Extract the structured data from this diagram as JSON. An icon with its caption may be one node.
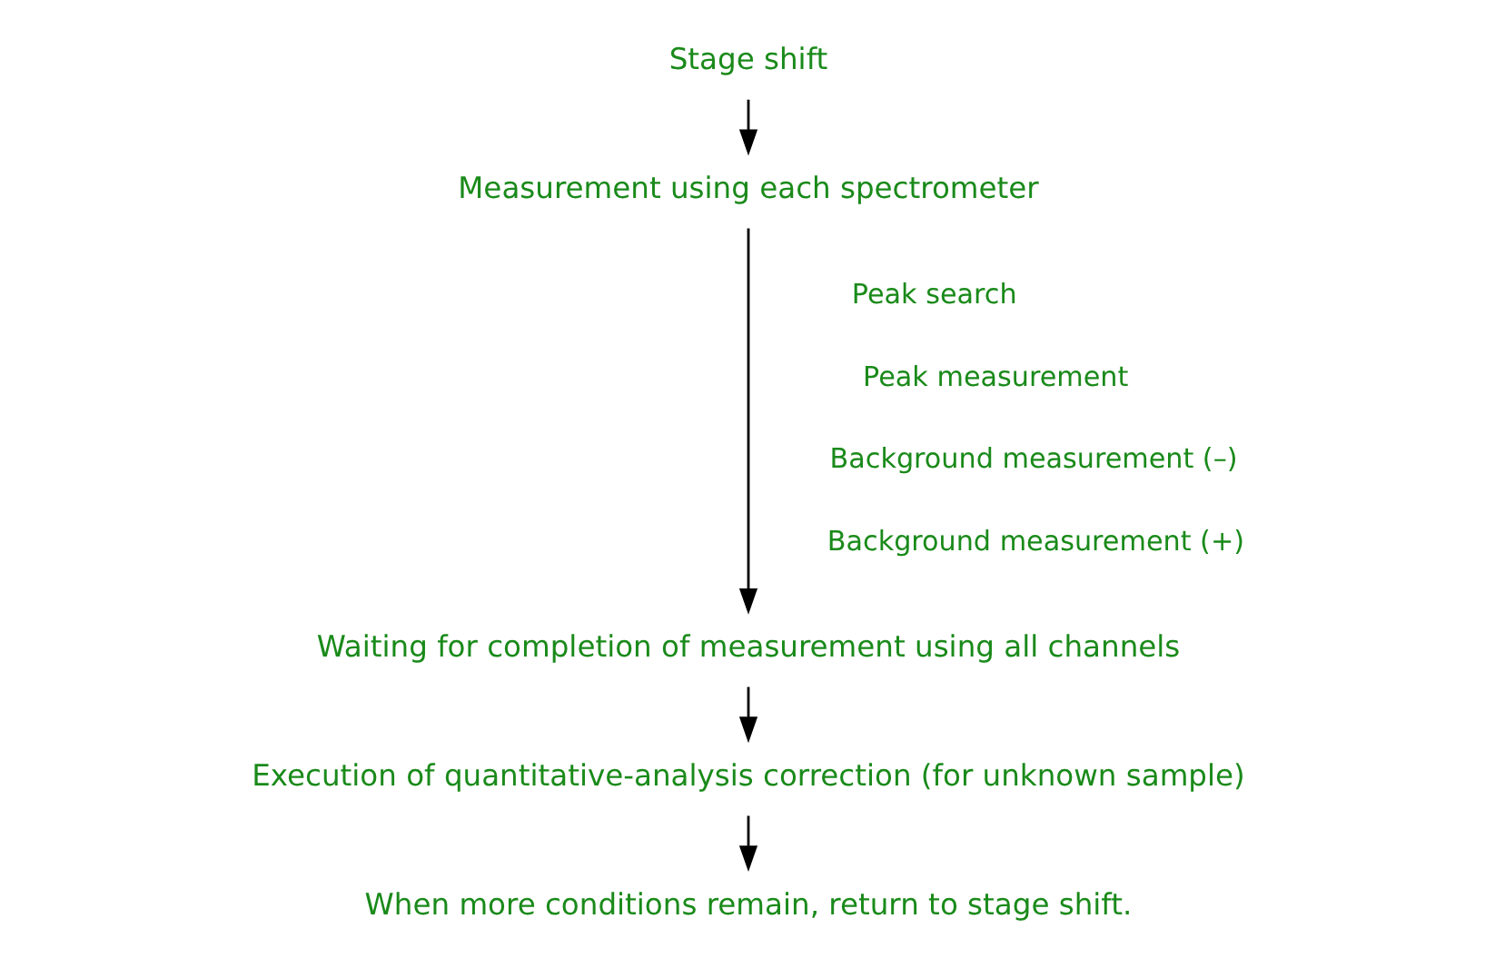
{
  "diagram": {
    "nodes": [
      {
        "text": [
          "Stage shift"
        ]
      },
      {
        "text": [
          "Measurement using each spectrometer"
        ]
      },
      {
        "text": [
          "Waiting for completion of measurement using all channels"
        ]
      },
      {
        "text": [
          "Execution of quantitative-analysis correction (for unknown sample)"
        ]
      },
      {
        "text": [
          "When more conditions remain, return to stage shift."
        ]
      }
    ],
    "edges": [
      {
        "from": 0,
        "to": 1,
        "arrow": "to"
      },
      {
        "from": 1,
        "to": 2,
        "arrow": "to"
      },
      {
        "from": 2,
        "to": 3,
        "arrow": "to"
      },
      {
        "from": 3,
        "to": 4,
        "arrow": "to"
      }
    ],
    "labels": [
      "Peak search",
      "Peak measurement",
      "Background measurement (–)",
      "Background measurement (+)"
    ]
  }
}
